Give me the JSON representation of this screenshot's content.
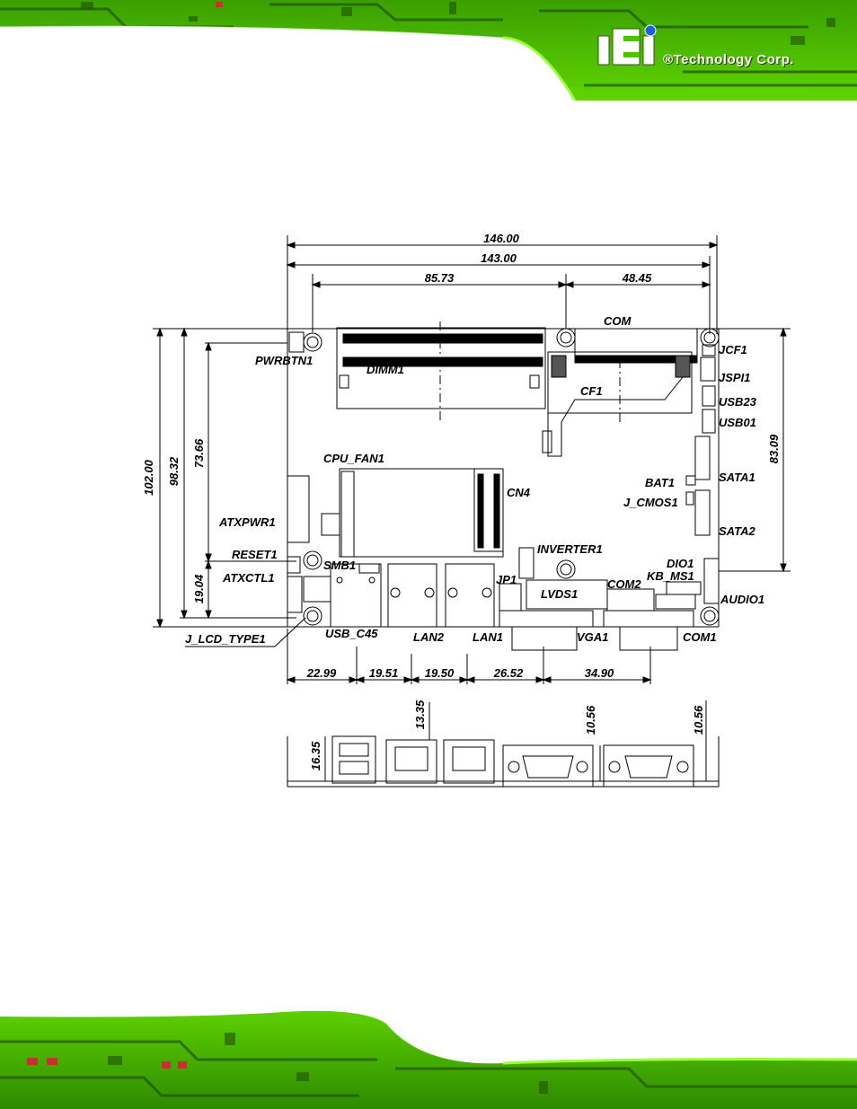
{
  "brand": {
    "logo_letters": "iEi",
    "tagline": "®Technology Corp."
  },
  "colors": {
    "pcb_green": "#4cc400",
    "pcb_dark": "#1f5200",
    "trace_light": "#9cff3a",
    "line": "#000000"
  },
  "diagram": {
    "top_dims": [
      "146.00",
      "143.00",
      "85.73",
      "48.45"
    ],
    "left_dims": [
      "102.00",
      "98.32",
      "73.66",
      "19.04"
    ],
    "right_dims": [
      "83.09"
    ],
    "bottom_dims": [
      "22.99",
      "19.51",
      "19.50",
      "26.52",
      "34.90"
    ],
    "rear_dims": [
      "16.35",
      "13.35",
      "10.56",
      "10.56"
    ],
    "labels": {
      "com": "COM",
      "jcf1": "JCF1",
      "jspi1": "JSPI1",
      "usb23": "USB23",
      "usb01": "USB01",
      "pwrbtn1": "PWRBTN1",
      "dimm1": "DIMM1",
      "cf1": "CF1",
      "cpu_fan1": "CPU_FAN1",
      "cn4": "CN4",
      "bat1": "BAT1",
      "j_cmos1": "J_CMOS1",
      "sata1": "SATA1",
      "sata2": "SATA2",
      "atxpwr1": "ATXPWR1",
      "reset1": "RESET1",
      "smb1": "SMB1",
      "inverter1": "INVERTER1",
      "dio1": "DIO1",
      "kb_ms1": "KB_MS1",
      "atxctl1": "ATXCTL1",
      "jp1": "JP1",
      "lvds1": "LVDS1",
      "com2": "COM2",
      "audio1": "AUDIO1",
      "j_lcd_type1": "J_LCD_TYPE1",
      "usb_c45": "USB_C45",
      "lan2": "LAN2",
      "lan1": "LAN1",
      "vga1": "VGA1",
      "com1": "COM1"
    }
  }
}
